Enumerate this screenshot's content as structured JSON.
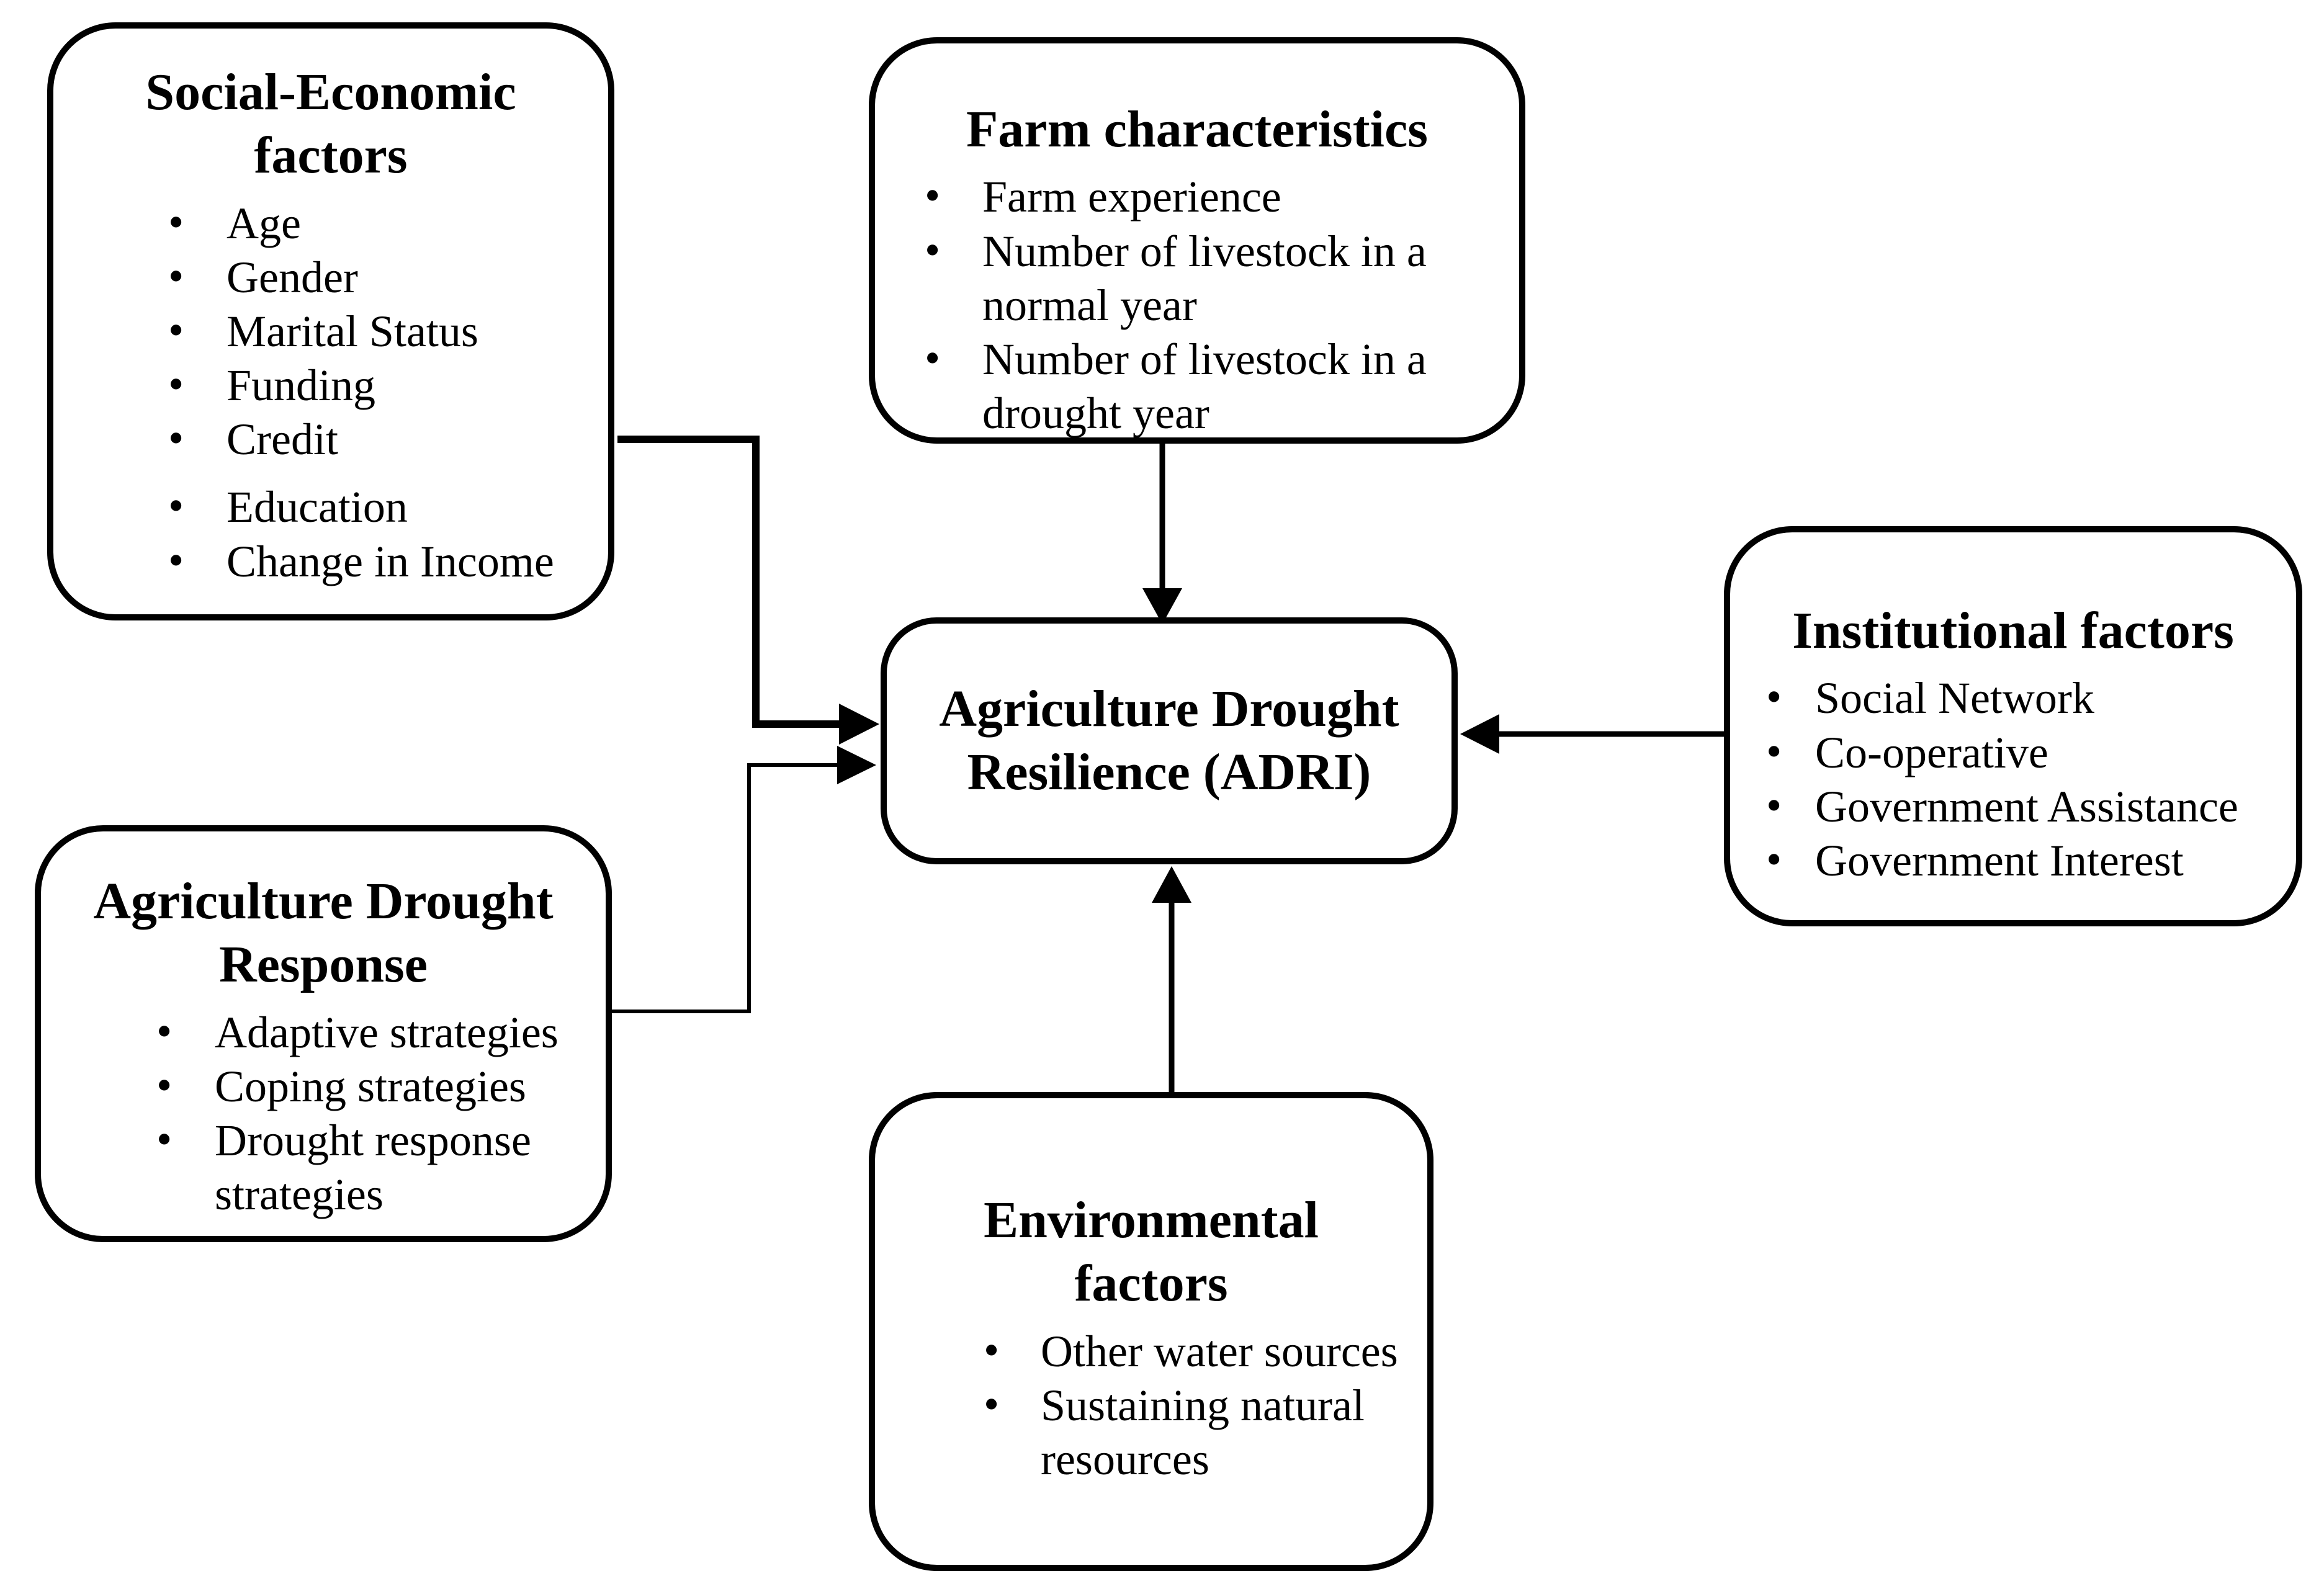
{
  "diagram": {
    "background_color": "#ffffff",
    "stroke_color": "#000000",
    "center_box": {
      "title": "Agriculture Drought\nResilience (ADRI)"
    },
    "boxes": [
      {
        "id": "social",
        "title": "Social-Economic\nfactors",
        "items": [
          "Age",
          "Gender",
          "Marital Status",
          "Funding",
          "Credit",
          "Education",
          "Change in Income"
        ]
      },
      {
        "id": "farm",
        "title": "Farm characteristics",
        "items": [
          "Farm experience",
          "Number of livestock in a normal year",
          "Number of livestock in a drought year"
        ]
      },
      {
        "id": "institutional",
        "title": "Institutional factors",
        "items": [
          "Social Network",
          "Co-operative",
          "Government Assistance",
          "Government Interest"
        ]
      },
      {
        "id": "response",
        "title": "Agriculture Drought\nResponse",
        "items": [
          "Adaptive strategies",
          "Coping strategies",
          "Drought response strategies"
        ]
      },
      {
        "id": "environmental",
        "title": "Environmental\nfactors",
        "items": [
          "Other water sources",
          "Sustaining natural resources"
        ]
      }
    ],
    "arrows": [
      {
        "from": "social",
        "to": "adri"
      },
      {
        "from": "response",
        "to": "adri"
      },
      {
        "from": "farm",
        "to": "adri"
      },
      {
        "from": "institutional",
        "to": "adri"
      },
      {
        "from": "environmental",
        "to": "adri"
      }
    ]
  }
}
